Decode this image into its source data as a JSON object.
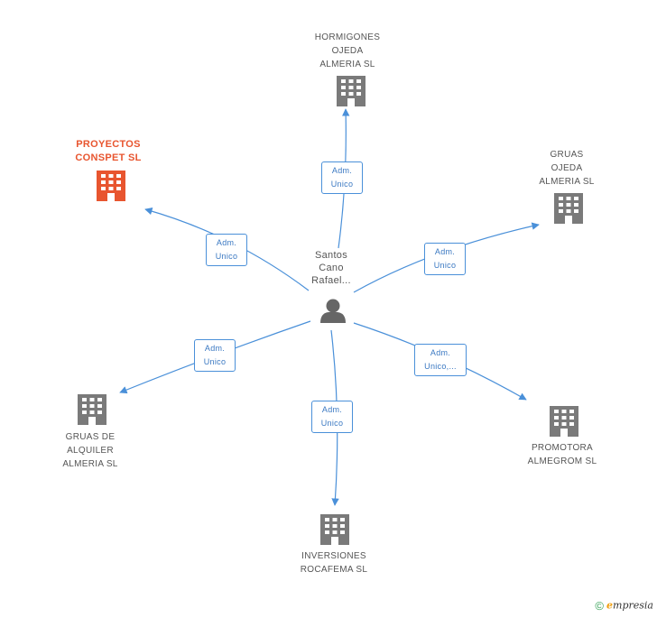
{
  "person": {
    "name_lines": [
      "Santos",
      "Cano",
      "Rafael..."
    ],
    "icon": "person-icon"
  },
  "companies": [
    {
      "id": "hormigones",
      "lines": [
        "HORMIGONES",
        "OJEDA",
        "ALMERIA SL"
      ],
      "highlight": false,
      "icon": "building-icon"
    },
    {
      "id": "proyectos",
      "lines": [
        "PROYECTOS",
        "CONSPET SL"
      ],
      "highlight": true,
      "icon": "building-icon"
    },
    {
      "id": "gruas-ojeda",
      "lines": [
        "GRUAS",
        "OJEDA",
        "ALMERIA SL"
      ],
      "highlight": false,
      "icon": "building-icon"
    },
    {
      "id": "gruas-alquiler",
      "lines": [
        "GRUAS DE",
        "ALQUILER",
        "ALMERIA SL"
      ],
      "highlight": false,
      "icon": "building-icon"
    },
    {
      "id": "promotora",
      "lines": [
        "PROMOTORA",
        "ALMEGROM SL"
      ],
      "highlight": false,
      "icon": "building-icon"
    },
    {
      "id": "inversiones",
      "lines": [
        "INVERSIONES",
        "ROCAFEMA SL"
      ],
      "highlight": false,
      "icon": "building-icon"
    }
  ],
  "roles": [
    {
      "target": "hormigones",
      "lines": [
        "Adm.",
        "Unico"
      ]
    },
    {
      "target": "proyectos",
      "lines": [
        "Adm.",
        "Unico"
      ]
    },
    {
      "target": "gruas-ojeda",
      "lines": [
        "Adm.",
        "Unico"
      ]
    },
    {
      "target": "gruas-alquiler",
      "lines": [
        "Adm.",
        "Unico"
      ]
    },
    {
      "target": "promotora",
      "lines": [
        "Adm.",
        "Unico,..."
      ]
    },
    {
      "target": "inversiones",
      "lines": [
        "Adm.",
        "Unico"
      ]
    }
  ],
  "colors": {
    "edge": "#4a90d9",
    "building": "#7a7a7a",
    "building_highlight": "#e8552f",
    "person": "#666666"
  },
  "footer": {
    "copyright": "©",
    "brand_initial": "e",
    "brand_rest": "mpresia"
  }
}
